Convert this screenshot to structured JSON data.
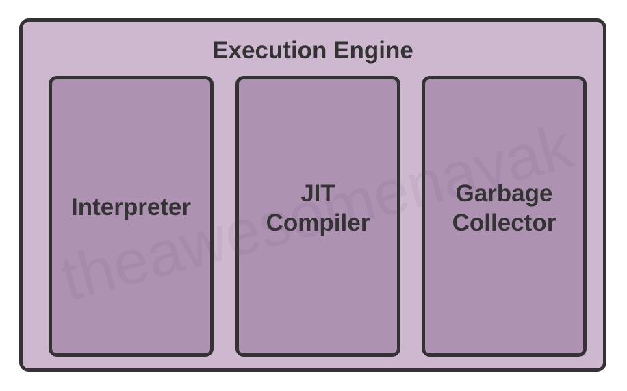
{
  "diagram": {
    "container": {
      "title": "Execution Engine"
    },
    "components": [
      {
        "label": "Interpreter"
      },
      {
        "label": "JIT\nCompiler"
      },
      {
        "label": "Garbage\nCollector"
      }
    ],
    "watermark": "theawesomenayak"
  },
  "colors": {
    "container_fill": "#cdb8cf",
    "component_fill": "#ae92b2",
    "border": "#333333",
    "text": "#333333"
  }
}
